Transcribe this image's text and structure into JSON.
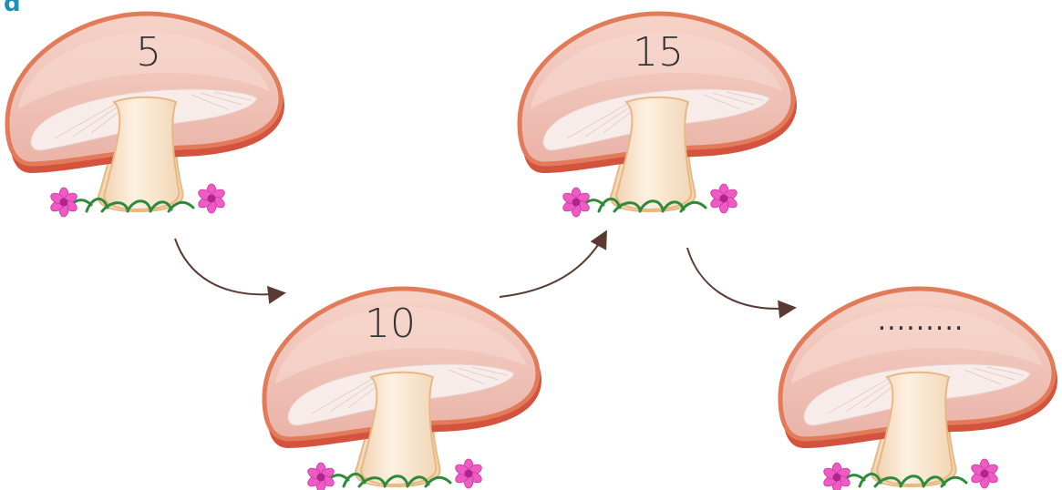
{
  "corner_label": "ɑ",
  "colors": {
    "cap_outline": "#e27b5a",
    "cap_fill": "#f2c3b5",
    "cap_shadow": "#d4533e",
    "gill": "#f7ecea",
    "stem": "#f8e4cc",
    "stem_outline": "#e7b883",
    "grass": "#2e8b3a",
    "flower": "#ee5bc4",
    "flower_center": "#b0248b",
    "arrow": "#5a3a33",
    "corner_label": "#1b8fb5"
  },
  "sequence": {
    "terms": [
      "5",
      "10",
      "15",
      "........."
    ]
  }
}
